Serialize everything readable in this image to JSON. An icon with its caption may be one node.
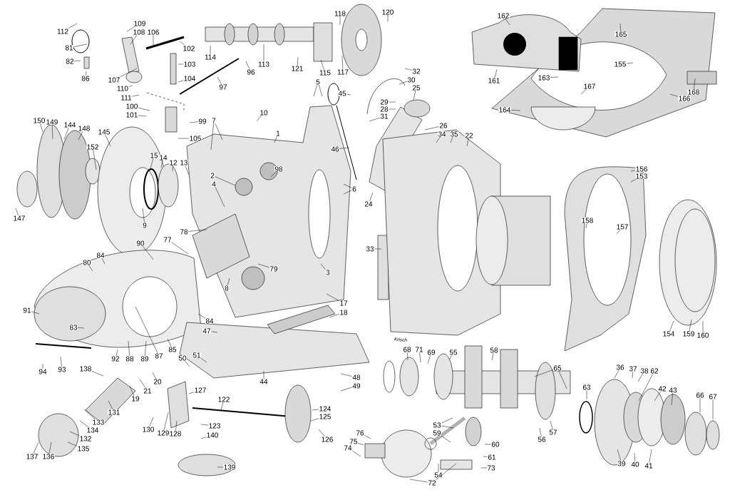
{
  "diagram": {
    "nodes": [
      {
        "text": [
          "112"
        ]
      },
      {
        "text": [
          "81"
        ]
      },
      {
        "text": [
          "82"
        ]
      },
      {
        "text": [
          "86"
        ]
      },
      {
        "text": [
          "109"
        ]
      },
      {
        "text": [
          "108"
        ]
      },
      {
        "text": [
          "106"
        ]
      },
      {
        "text": [
          "102"
        ]
      },
      {
        "text": [
          "107"
        ]
      },
      {
        "text": [
          "110"
        ]
      },
      {
        "text": [
          "103"
        ]
      },
      {
        "text": [
          "104"
        ]
      },
      {
        "text": [
          "111"
        ]
      },
      {
        "text": [
          "100"
        ]
      },
      {
        "text": [
          "101"
        ]
      },
      {
        "text": [
          "99"
        ]
      },
      {
        "text": [
          "105"
        ]
      },
      {
        "text": [
          "97"
        ]
      },
      {
        "text": [
          "114"
        ]
      },
      {
        "text": [
          "113"
        ]
      },
      {
        "text": [
          "96"
        ]
      },
      {
        "text": [
          "121"
        ]
      },
      {
        "text": [
          "115"
        ]
      },
      {
        "text": [
          "117"
        ]
      },
      {
        "text": [
          "118"
        ]
      },
      {
        "text": [
          "120"
        ]
      },
      {
        "text": [
          "32"
        ]
      },
      {
        "text": [
          "30"
        ]
      },
      {
        "text": [
          "25"
        ]
      },
      {
        "text": [
          "45"
        ]
      },
      {
        "text": [
          "29"
        ]
      },
      {
        "text": [
          "28"
        ]
      },
      {
        "text": [
          "31"
        ]
      },
      {
        "text": [
          "26"
        ]
      },
      {
        "text": [
          "34"
        ]
      },
      {
        "text": [
          "35"
        ]
      },
      {
        "text": [
          "22"
        ]
      },
      {
        "text": [
          "46"
        ]
      },
      {
        "text": [
          "24"
        ]
      },
      {
        "text": [
          "6"
        ]
      },
      {
        "text": [
          "5"
        ]
      },
      {
        "text": [
          "10"
        ]
      },
      {
        "text": [
          "1"
        ]
      },
      {
        "text": [
          "98"
        ]
      },
      {
        "text": [
          "7"
        ]
      },
      {
        "text": [
          "150"
        ]
      },
      {
        "text": [
          "149"
        ]
      },
      {
        "text": [
          "144"
        ]
      },
      {
        "text": [
          "148"
        ]
      },
      {
        "text": [
          "145"
        ]
      },
      {
        "text": [
          "152"
        ]
      },
      {
        "text": [
          "147"
        ]
      },
      {
        "text": [
          "15"
        ]
      },
      {
        "text": [
          "14"
        ]
      },
      {
        "text": [
          "12"
        ]
      },
      {
        "text": [
          "13"
        ]
      },
      {
        "text": [
          "2"
        ]
      },
      {
        "text": [
          "4"
        ]
      },
      {
        "text": [
          "9"
        ]
      },
      {
        "text": [
          "78"
        ]
      },
      {
        "text": [
          "77"
        ]
      },
      {
        "text": [
          "90"
        ]
      },
      {
        "text": [
          "84"
        ]
      },
      {
        "text": [
          "80"
        ]
      },
      {
        "text": [
          "91"
        ]
      },
      {
        "text": [
          "83"
        ]
      },
      {
        "text": [
          "84"
        ]
      },
      {
        "text": [
          "47"
        ]
      },
      {
        "text": [
          "92"
        ]
      },
      {
        "text": [
          "88"
        ]
      },
      {
        "text": [
          "89"
        ]
      },
      {
        "text": [
          "87"
        ]
      },
      {
        "text": [
          "85"
        ]
      },
      {
        "text": [
          "50"
        ]
      },
      {
        "text": [
          "51"
        ]
      },
      {
        "text": [
          "94"
        ]
      },
      {
        "text": [
          "93"
        ]
      },
      {
        "text": [
          "8"
        ]
      },
      {
        "text": [
          "79"
        ]
      },
      {
        "text": [
          "3"
        ]
      },
      {
        "text": [
          "17"
        ]
      },
      {
        "text": [
          "18"
        ]
      },
      {
        "text": [
          "44"
        ]
      },
      {
        "text": [
          "48"
        ]
      },
      {
        "text": [
          "49"
        ]
      },
      {
        "text": [
          "33"
        ]
      },
      {
        "text": [
          "138"
        ]
      },
      {
        "text": [
          "20"
        ]
      },
      {
        "text": [
          "21"
        ]
      },
      {
        "text": [
          "19"
        ]
      },
      {
        "text": [
          "131"
        ]
      },
      {
        "text": [
          "133"
        ]
      },
      {
        "text": [
          "134"
        ]
      },
      {
        "text": [
          "132"
        ]
      },
      {
        "text": [
          "135"
        ]
      },
      {
        "text": [
          "137"
        ]
      },
      {
        "text": [
          "136"
        ]
      },
      {
        "text": [
          "127"
        ]
      },
      {
        "text": [
          "122"
        ]
      },
      {
        "text": [
          "130"
        ]
      },
      {
        "text": [
          "129"
        ]
      },
      {
        "text": [
          "128"
        ]
      },
      {
        "text": [
          "123"
        ]
      },
      {
        "text": [
          "140"
        ]
      },
      {
        "text": [
          "139"
        ]
      },
      {
        "text": [
          "124"
        ]
      },
      {
        "text": [
          "125"
        ]
      },
      {
        "text": [
          "126"
        ]
      },
      {
        "text": [
          "76"
        ]
      },
      {
        "text": [
          "75"
        ]
      },
      {
        "text": [
          "74"
        ]
      },
      {
        "text": [
          "72"
        ]
      },
      {
        "text": [
          "54"
        ]
      },
      {
        "text": [
          "53"
        ]
      },
      {
        "text": [
          "59"
        ]
      },
      {
        "text": [
          "68"
        ]
      },
      {
        "text": [
          "71"
        ]
      },
      {
        "text": [
          "69"
        ]
      },
      {
        "text": [
          "55"
        ]
      },
      {
        "text": [
          "58"
        ]
      },
      {
        "text": [
          "65"
        ]
      },
      {
        "text": [
          "60"
        ]
      },
      {
        "text": [
          "61"
        ]
      },
      {
        "text": [
          "73"
        ]
      },
      {
        "text": [
          "56"
        ]
      },
      {
        "text": [
          "57"
        ]
      },
      {
        "text": [
          "63"
        ]
      },
      {
        "text": [
          "36"
        ]
      },
      {
        "text": [
          "37"
        ]
      },
      {
        "text": [
          "38"
        ]
      },
      {
        "text": [
          "62"
        ]
      },
      {
        "text": [
          "42"
        ]
      },
      {
        "text": [
          "43"
        ]
      },
      {
        "text": [
          "66"
        ]
      },
      {
        "text": [
          "67"
        ]
      },
      {
        "text": [
          "39"
        ]
      },
      {
        "text": [
          "40"
        ]
      },
      {
        "text": [
          "41"
        ]
      },
      {
        "text": [
          "154"
        ]
      },
      {
        "text": [
          "159"
        ]
      },
      {
        "text": [
          "160"
        ]
      },
      {
        "text": [
          "156"
        ]
      },
      {
        "text": [
          "153"
        ]
      },
      {
        "text": [
          "158"
        ]
      },
      {
        "text": [
          "157"
        ]
      },
      {
        "text": [
          "162"
        ]
      },
      {
        "text": [
          "161"
        ]
      },
      {
        "text": [
          "163"
        ]
      },
      {
        "text": [
          "165"
        ]
      },
      {
        "text": [
          "155"
        ]
      },
      {
        "text": [
          "167"
        ]
      },
      {
        "text": [
          "164"
        ]
      },
      {
        "text": [
          "168"
        ]
      },
      {
        "text": [
          "166"
        ]
      }
    ],
    "edges": [
      {
        "from": 0,
        "to": null,
        "arrow": "none"
      },
      {
        "from": 1,
        "to": null,
        "arrow": "none"
      },
      {
        "from": 2,
        "to": null,
        "arrow": "none"
      },
      {
        "from": 3,
        "to": null,
        "arrow": "none"
      },
      {
        "from": 4,
        "to": null,
        "arrow": "none"
      },
      {
        "from": 5,
        "to": null,
        "arrow": "none"
      },
      {
        "from": 6,
        "to": null,
        "arrow": "none"
      },
      {
        "from": 7,
        "to": null,
        "arrow": "none"
      },
      {
        "from": 8,
        "to": null,
        "arrow": "none"
      },
      {
        "from": 9,
        "to": null,
        "arrow": "none"
      },
      {
        "from": 10,
        "to": null,
        "arrow": "none"
      },
      {
        "from": 11,
        "to": null,
        "arrow": "none"
      },
      {
        "from": 12,
        "to": null,
        "arrow": "none"
      },
      {
        "from": 13,
        "to": null,
        "arrow": "none"
      },
      {
        "from": 14,
        "to": null,
        "arrow": "none"
      },
      {
        "from": 15,
        "to": null,
        "arrow": "none"
      },
      {
        "from": 16,
        "to": null,
        "arrow": "none"
      },
      {
        "from": 17,
        "to": null,
        "arrow": "none"
      },
      {
        "from": 18,
        "to": null,
        "arrow": "none"
      },
      {
        "from": 19,
        "to": null,
        "arrow": "none"
      },
      {
        "from": 20,
        "to": null,
        "arrow": "none"
      },
      {
        "from": 21,
        "to": null,
        "arrow": "none"
      },
      {
        "from": 22,
        "to": null,
        "arrow": "none"
      },
      {
        "from": 23,
        "to": null,
        "arrow": "none"
      },
      {
        "from": 24,
        "to": null,
        "arrow": "none"
      },
      {
        "from": 25,
        "to": null,
        "arrow": "none"
      },
      {
        "from": 26,
        "to": null,
        "arrow": "none"
      },
      {
        "from": 27,
        "to": null,
        "arrow": "none"
      },
      {
        "from": 28,
        "to": null,
        "arrow": "none"
      },
      {
        "from": 29,
        "to": null,
        "arrow": "none"
      },
      {
        "from": 30,
        "to": null,
        "arrow": "none"
      },
      {
        "from": 31,
        "to": null,
        "arrow": "none"
      },
      {
        "from": 32,
        "to": null,
        "arrow": "none"
      },
      {
        "from": 33,
        "to": null,
        "arrow": "none"
      },
      {
        "from": 34,
        "to": null,
        "arrow": "none"
      },
      {
        "from": 35,
        "to": null,
        "arrow": "none"
      },
      {
        "from": 36,
        "to": null,
        "arrow": "none"
      },
      {
        "from": 37,
        "to": null,
        "arrow": "none"
      },
      {
        "from": 38,
        "to": null,
        "arrow": "none"
      },
      {
        "from": 39,
        "to": null,
        "arrow": "none"
      },
      {
        "from": 39,
        "to": null,
        "arrow": "none"
      },
      {
        "from": 40,
        "to": null,
        "arrow": "none"
      },
      {
        "from": 40,
        "to": null,
        "arrow": "none"
      },
      {
        "from": 41,
        "to": null,
        "arrow": "none"
      },
      {
        "from": 42,
        "to": null,
        "arrow": "none"
      },
      {
        "from": 43,
        "to": null,
        "arrow": "none"
      },
      {
        "from": 44,
        "to": null,
        "arrow": "none"
      },
      {
        "from": 44,
        "to": null,
        "arrow": "none"
      },
      {
        "from": 45,
        "to": null,
        "arrow": "none"
      },
      {
        "from": 46,
        "to": null,
        "arrow": "none"
      },
      {
        "from": 47,
        "to": null,
        "arrow": "none"
      },
      {
        "from": 48,
        "to": null,
        "arrow": "none"
      },
      {
        "from": 49,
        "to": null,
        "arrow": "none"
      },
      {
        "from": 50,
        "to": null,
        "arrow": "none"
      },
      {
        "from": 51,
        "to": null,
        "arrow": "none"
      },
      {
        "from": 52,
        "to": null,
        "arrow": "none"
      },
      {
        "from": 53,
        "to": null,
        "arrow": "none"
      },
      {
        "from": 54,
        "to": null,
        "arrow": "none"
      },
      {
        "from": 55,
        "to": null,
        "arrow": "none"
      },
      {
        "from": 56,
        "to": null,
        "arrow": "none"
      },
      {
        "from": 57,
        "to": null,
        "arrow": "none"
      },
      {
        "from": 58,
        "to": null,
        "arrow": "none"
      },
      {
        "from": 59,
        "to": null,
        "arrow": "none"
      },
      {
        "from": 60,
        "to": null,
        "arrow": "none"
      },
      {
        "from": 61,
        "to": null,
        "arrow": "none"
      },
      {
        "from": 62,
        "to": null,
        "arrow": "none"
      },
      {
        "from": 63,
        "to": null,
        "arrow": "none"
      },
      {
        "from": 64,
        "to": null,
        "arrow": "none"
      },
      {
        "from": 65,
        "to": null,
        "arrow": "none"
      },
      {
        "from": 66,
        "to": null,
        "arrow": "none"
      },
      {
        "from": 67,
        "to": null,
        "arrow": "none"
      },
      {
        "from": 68,
        "to": null,
        "arrow": "none"
      },
      {
        "from": 69,
        "to": null,
        "arrow": "none"
      },
      {
        "from": 70,
        "to": null,
        "arrow": "none"
      },
      {
        "from": 71,
        "to": null,
        "arrow": "none"
      },
      {
        "from": 72,
        "to": null,
        "arrow": "none"
      },
      {
        "from": 73,
        "to": null,
        "arrow": "none"
      },
      {
        "from": 74,
        "to": null,
        "arrow": "none"
      },
      {
        "from": 75,
        "to": null,
        "arrow": "none"
      },
      {
        "from": 76,
        "to": null,
        "arrow": "none"
      },
      {
        "from": 77,
        "to": null,
        "arrow": "none"
      },
      {
        "from": 78,
        "to": null,
        "arrow": "none"
      },
      {
        "from": 79,
        "to": null,
        "arrow": "none"
      },
      {
        "from": 80,
        "to": null,
        "arrow": "none"
      },
      {
        "from": 81,
        "to": null,
        "arrow": "none"
      },
      {
        "from": 82,
        "to": null,
        "arrow": "none"
      },
      {
        "from": 83,
        "to": null,
        "arrow": "none"
      },
      {
        "from": 84,
        "to": null,
        "arrow": "none"
      },
      {
        "from": 85,
        "to": null,
        "arrow": "none"
      },
      {
        "from": 86,
        "to": null,
        "arrow": "none"
      },
      {
        "from": 87,
        "to": null,
        "arrow": "none"
      },
      {
        "from": 88,
        "to": null,
        "arrow": "none"
      },
      {
        "from": 89,
        "to": null,
        "arrow": "none"
      },
      {
        "from": 90,
        "to": null,
        "arrow": "none"
      },
      {
        "from": 91,
        "to": null,
        "arrow": "none"
      },
      {
        "from": 92,
        "to": null,
        "arrow": "none"
      },
      {
        "from": 93,
        "to": null,
        "arrow": "none"
      },
      {
        "from": 94,
        "to": null,
        "arrow": "none"
      },
      {
        "from": 95,
        "to": null,
        "arrow": "none"
      },
      {
        "from": 96,
        "to": null,
        "arrow": "none"
      },
      {
        "from": 97,
        "to": null,
        "arrow": "none"
      },
      {
        "from": 98,
        "to": null,
        "arrow": "none"
      },
      {
        "from": 99,
        "to": null,
        "arrow": "none"
      },
      {
        "from": 100,
        "to": null,
        "arrow": "none"
      },
      {
        "from": 101,
        "to": null,
        "arrow": "none"
      },
      {
        "from": 102,
        "to": null,
        "arrow": "none"
      },
      {
        "from": 103,
        "to": null,
        "arrow": "none"
      },
      {
        "from": 104,
        "to": null,
        "arrow": "none"
      },
      {
        "from": 105,
        "to": null,
        "arrow": "none"
      },
      {
        "from": 106,
        "to": null,
        "arrow": "none"
      },
      {
        "from": 107,
        "to": null,
        "arrow": "none"
      },
      {
        "from": 108,
        "to": null,
        "arrow": "none"
      },
      {
        "from": 109,
        "to": null,
        "arrow": "none"
      },
      {
        "from": 110,
        "to": null,
        "arrow": "none"
      },
      {
        "from": 111,
        "to": null,
        "arrow": "none"
      },
      {
        "from": 111,
        "to": null,
        "arrow": "none"
      },
      {
        "from": 112,
        "to": null,
        "arrow": "none"
      },
      {
        "from": 113,
        "to": null,
        "arrow": "none"
      },
      {
        "from": 113,
        "to": null,
        "arrow": "none"
      },
      {
        "from": 114,
        "to": null,
        "arrow": "none"
      },
      {
        "from": 115,
        "to": null,
        "arrow": "none"
      },
      {
        "from": 116,
        "to": null,
        "arrow": "none"
      },
      {
        "from": 117,
        "to": null,
        "arrow": "none"
      },
      {
        "from": 118,
        "to": null,
        "arrow": "none"
      },
      {
        "from": 119,
        "to": null,
        "arrow": "none"
      },
      {
        "from": 120,
        "to": null,
        "arrow": "none"
      },
      {
        "from": 120,
        "to": null,
        "arrow": "none"
      },
      {
        "from": 121,
        "to": null,
        "arrow": "none"
      },
      {
        "from": 122,
        "to": null,
        "arrow": "none"
      },
      {
        "from": 123,
        "to": null,
        "arrow": "none"
      },
      {
        "from": 124,
        "to": null,
        "arrow": "none"
      },
      {
        "from": 125,
        "to": null,
        "arrow": "none"
      },
      {
        "from": 126,
        "to": null,
        "arrow": "none"
      },
      {
        "from": 127,
        "to": null,
        "arrow": "none"
      },
      {
        "from": 128,
        "to": null,
        "arrow": "none"
      },
      {
        "from": 129,
        "to": null,
        "arrow": "none"
      },
      {
        "from": 130,
        "to": null,
        "arrow": "none"
      },
      {
        "from": 131,
        "to": null,
        "arrow": "none"
      },
      {
        "from": 132,
        "to": null,
        "arrow": "none"
      },
      {
        "from": 133,
        "to": null,
        "arrow": "none"
      },
      {
        "from": 134,
        "to": null,
        "arrow": "none"
      },
      {
        "from": 135,
        "to": null,
        "arrow": "none"
      },
      {
        "from": 136,
        "to": null,
        "arrow": "none"
      },
      {
        "from": 137,
        "to": null,
        "arrow": "none"
      },
      {
        "from": 138,
        "to": null,
        "arrow": "none"
      },
      {
        "from": 139,
        "to": null,
        "arrow": "none"
      },
      {
        "from": 140,
        "to": null,
        "arrow": "none"
      },
      {
        "from": 141,
        "to": null,
        "arrow": "none"
      },
      {
        "from": 142,
        "to": null,
        "arrow": "none"
      },
      {
        "from": 143,
        "to": null,
        "arrow": "none"
      },
      {
        "from": 144,
        "to": null,
        "arrow": "none"
      },
      {
        "from": 145,
        "to": null,
        "arrow": "none"
      },
      {
        "from": 146,
        "to": null,
        "arrow": "none"
      },
      {
        "from": 147,
        "to": null,
        "arrow": "none"
      },
      {
        "from": 148,
        "to": null,
        "arrow": "none"
      },
      {
        "from": 149,
        "to": null,
        "arrow": "none"
      },
      {
        "from": 150,
        "to": null,
        "arrow": "none"
      },
      {
        "from": 151,
        "to": null,
        "arrow": "none"
      },
      {
        "from": 152,
        "to": null,
        "arrow": "none"
      },
      {
        "from": 153,
        "to": null,
        "arrow": "none"
      }
    ],
    "labels": [
      "Krisch"
    ]
  }
}
